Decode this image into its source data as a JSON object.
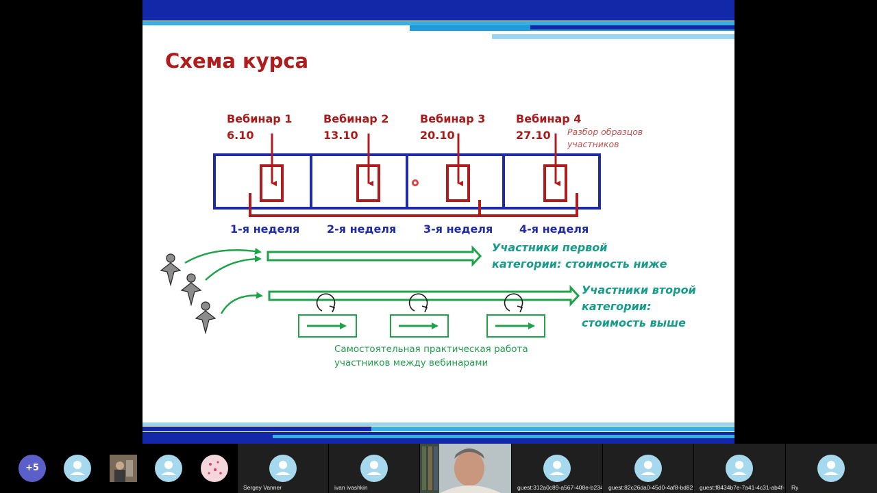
{
  "slide": {
    "title": "Схема курса",
    "webinars": [
      {
        "label": "Вебинар 1",
        "date": "6.10"
      },
      {
        "label": "Вебинар 2",
        "date": "13.10"
      },
      {
        "label": "Вебинар 3",
        "date": "20.10"
      },
      {
        "label": "Вебинар 4",
        "date": "27.10"
      }
    ],
    "webinar4_note": [
      "Разбор образцов",
      "участников"
    ],
    "weeks": [
      "1-я неделя",
      "2-я неделя",
      "3-я неделя",
      "4-я неделя"
    ],
    "category1": [
      "Участники первой",
      "категории: стоимость ниже"
    ],
    "category2": [
      "Участники второй",
      "категории:",
      "стоимость выше"
    ],
    "practice_note": [
      "Самостоятельная практическая работа",
      "участников между вебинарами"
    ],
    "colors": {
      "title": "#b01c1c",
      "week_box": "#1e2aa6",
      "webinar_arrow": "#b01c1c",
      "flow": "#1fa34a",
      "category_text": "#199b8a"
    }
  },
  "participants": {
    "more_count": "+5",
    "tiles": [
      {
        "name": "Sergey Vanner"
      },
      {
        "name": "ivan ivashkin"
      },
      {
        "name": ""
      },
      {
        "name": "guest:312a0c89-a567-408e-b234-5..."
      },
      {
        "name": "guest:82c26da0-45d0-4af8-bd82-f8..."
      },
      {
        "name": "guest:f8434b7e-7a41-4c31-ab4f-61b..."
      },
      {
        "name": "Ry"
      }
    ]
  }
}
